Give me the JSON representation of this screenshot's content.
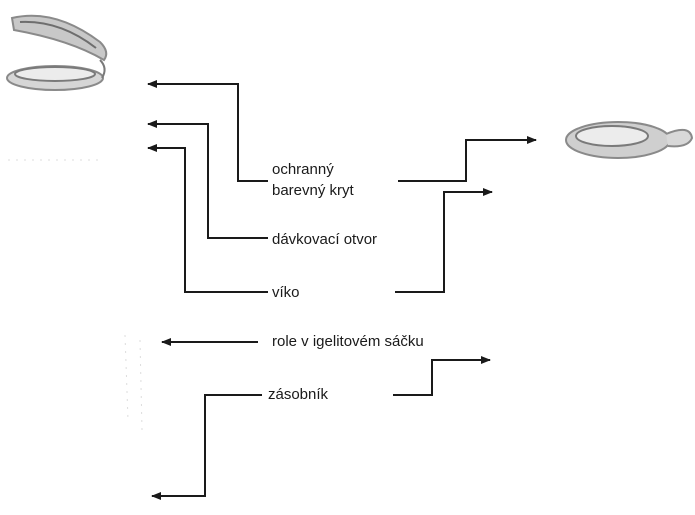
{
  "labels": {
    "cap_line1": "ochranný",
    "cap_line2": "barevný kryt",
    "dosing_opening": "dávkovací otvor",
    "lid": "víko",
    "roll_in_bag": "role v igelitovém sáčku",
    "container": "zásobník"
  },
  "colors": {
    "line": "#1a1a1a",
    "text": "#1a1a1a",
    "illustration": "#9a9a9a"
  }
}
